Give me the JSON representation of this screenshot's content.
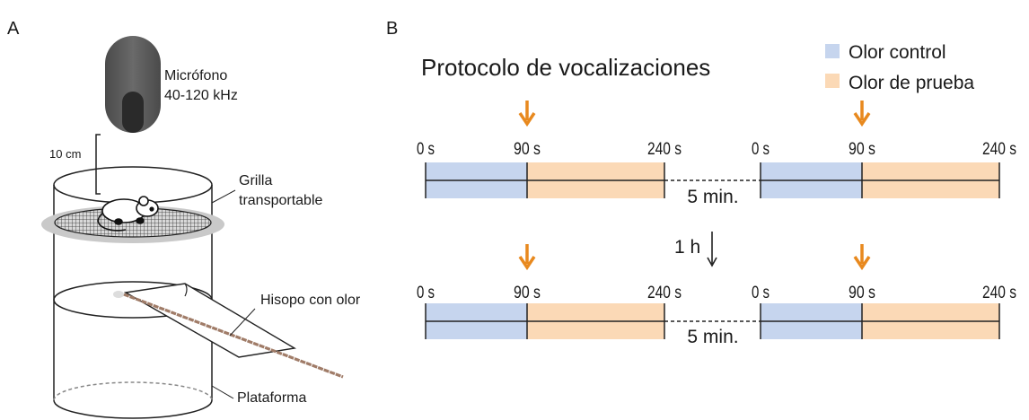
{
  "panel_a": {
    "letter": "A",
    "microphone_line1": "Micrófono",
    "microphone_line2": "40-120 kHz",
    "distance": "10 cm",
    "grid_line1": "Grilla",
    "grid_line2": "transportable",
    "swab": "Hisopo con olor",
    "platform": "Plataforma"
  },
  "panel_b": {
    "letter": "B",
    "title": "Protocolo de vocalizaciones",
    "legend": [
      {
        "label": "Olor control",
        "color": "#c6d5ee"
      },
      {
        "label": "Olor de prueba",
        "color": "#fbd9b6"
      }
    ],
    "ticks": [
      "0 s",
      "90 s",
      "240 s"
    ],
    "gap": "5 min.",
    "interval": "1 h",
    "arrow_color": "#e8891e"
  }
}
